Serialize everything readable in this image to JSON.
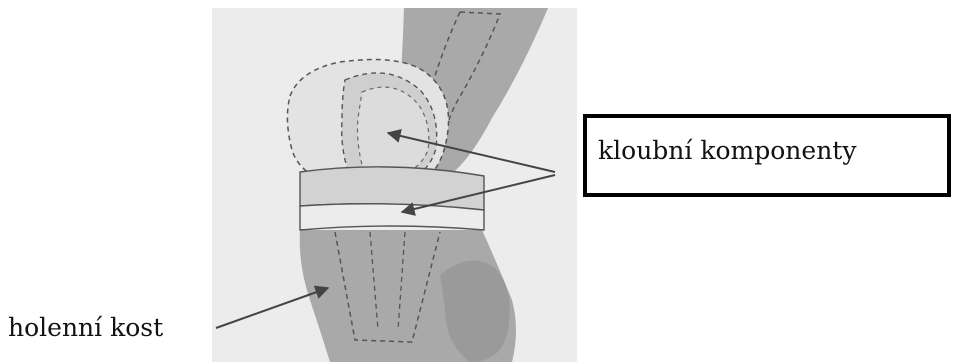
{
  "labels": {
    "components": "kloubní komponenty",
    "tibia": "holenní kost"
  },
  "colors": {
    "background_panel": "#ececec",
    "bone": "#a9a9a9",
    "bone_dark": "#9a9a9a",
    "implant_light": "#e3e3e3",
    "implant_mid": "#cfcfcf",
    "outline": "#555555",
    "arrow": "#444444",
    "box_border": "#000000"
  },
  "icons": {
    "arrow": "arrow-pointer"
  }
}
